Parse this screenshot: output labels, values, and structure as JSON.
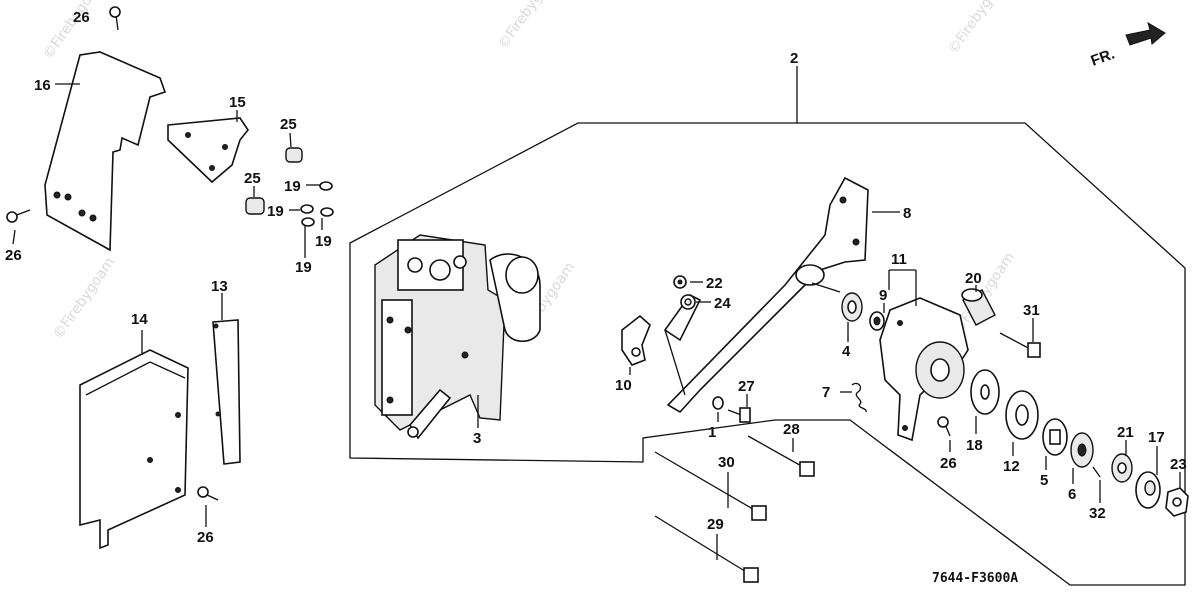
{
  "diagram": {
    "code": "7644-F3600A",
    "front_label": "FR.",
    "watermark": "©Firebygoam",
    "callouts": [
      "1",
      "2",
      "3",
      "4",
      "5",
      "6",
      "7",
      "8",
      "9",
      "10",
      "11",
      "12",
      "13",
      "14",
      "15",
      "16",
      "17",
      "18",
      "19",
      "19",
      "19",
      "19",
      "20",
      "21",
      "22",
      "23",
      "24",
      "25",
      "25",
      "26",
      "26",
      "26",
      "26",
      "27",
      "28",
      "29",
      "30",
      "31",
      "32"
    ]
  }
}
